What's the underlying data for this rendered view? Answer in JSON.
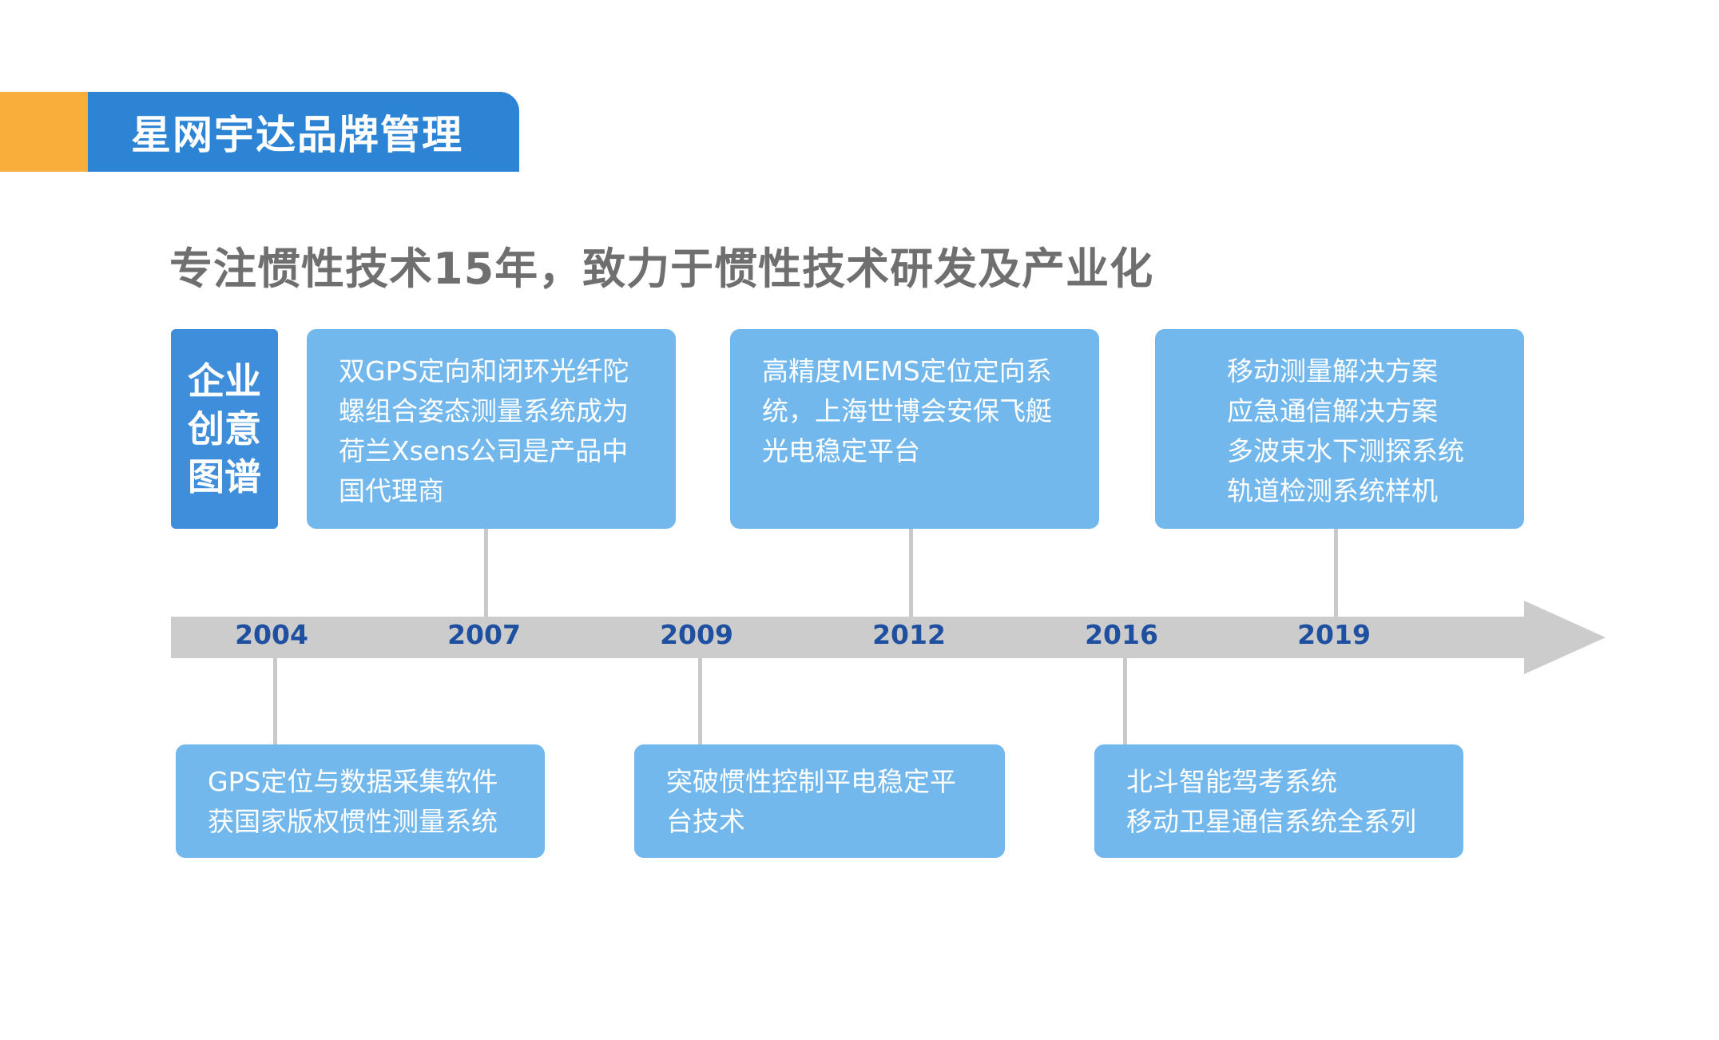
{
  "header": {
    "title": "星网宇达品牌管理"
  },
  "subtitle": "专注惯性技术15年，致力于惯性技术研发及产业化",
  "brand_box": {
    "lines": [
      "企业",
      "创意",
      "图谱"
    ]
  },
  "timeline": {
    "years": [
      "2004",
      "2007",
      "2009",
      "2012",
      "2016",
      "2019"
    ]
  },
  "events_top": [
    {
      "year": "2007",
      "lines": [
        "双GPS定向和闭环光纤陀",
        "螺组合姿态测量系统成为",
        "荷兰Xsens公司是产品中",
        "国代理商"
      ]
    },
    {
      "year": "2012",
      "lines": [
        "高精度MEMS定位定向系",
        "统，上海世博会安保飞艇",
        "光电稳定平台"
      ]
    },
    {
      "year": "2019",
      "lines": [
        "移动测量解决方案",
        "应急通信解决方案",
        "多波束水下测探系统",
        "轨道检测系统样机"
      ]
    }
  ],
  "events_bottom": [
    {
      "year": "2004",
      "lines": [
        "GPS定位与数据采集软件",
        "获国家版权惯性测量系统"
      ]
    },
    {
      "year": "2009",
      "lines": [
        "突破惯性控制平电稳定平",
        "台技术"
      ]
    },
    {
      "year": "2016",
      "lines": [
        "北斗智能驾考系统",
        "移动卫星通信系统全系列"
      ]
    }
  ],
  "colors": {
    "accent_orange": "#F9AE3B",
    "header_blue": "#2D83D4",
    "brand_blue": "#3E8EDC",
    "card_blue": "#73B8EC",
    "timeline_gray": "#CCCCCC",
    "year_navy": "#1E4FA0",
    "subtitle_gray": "#6F6F6F"
  }
}
